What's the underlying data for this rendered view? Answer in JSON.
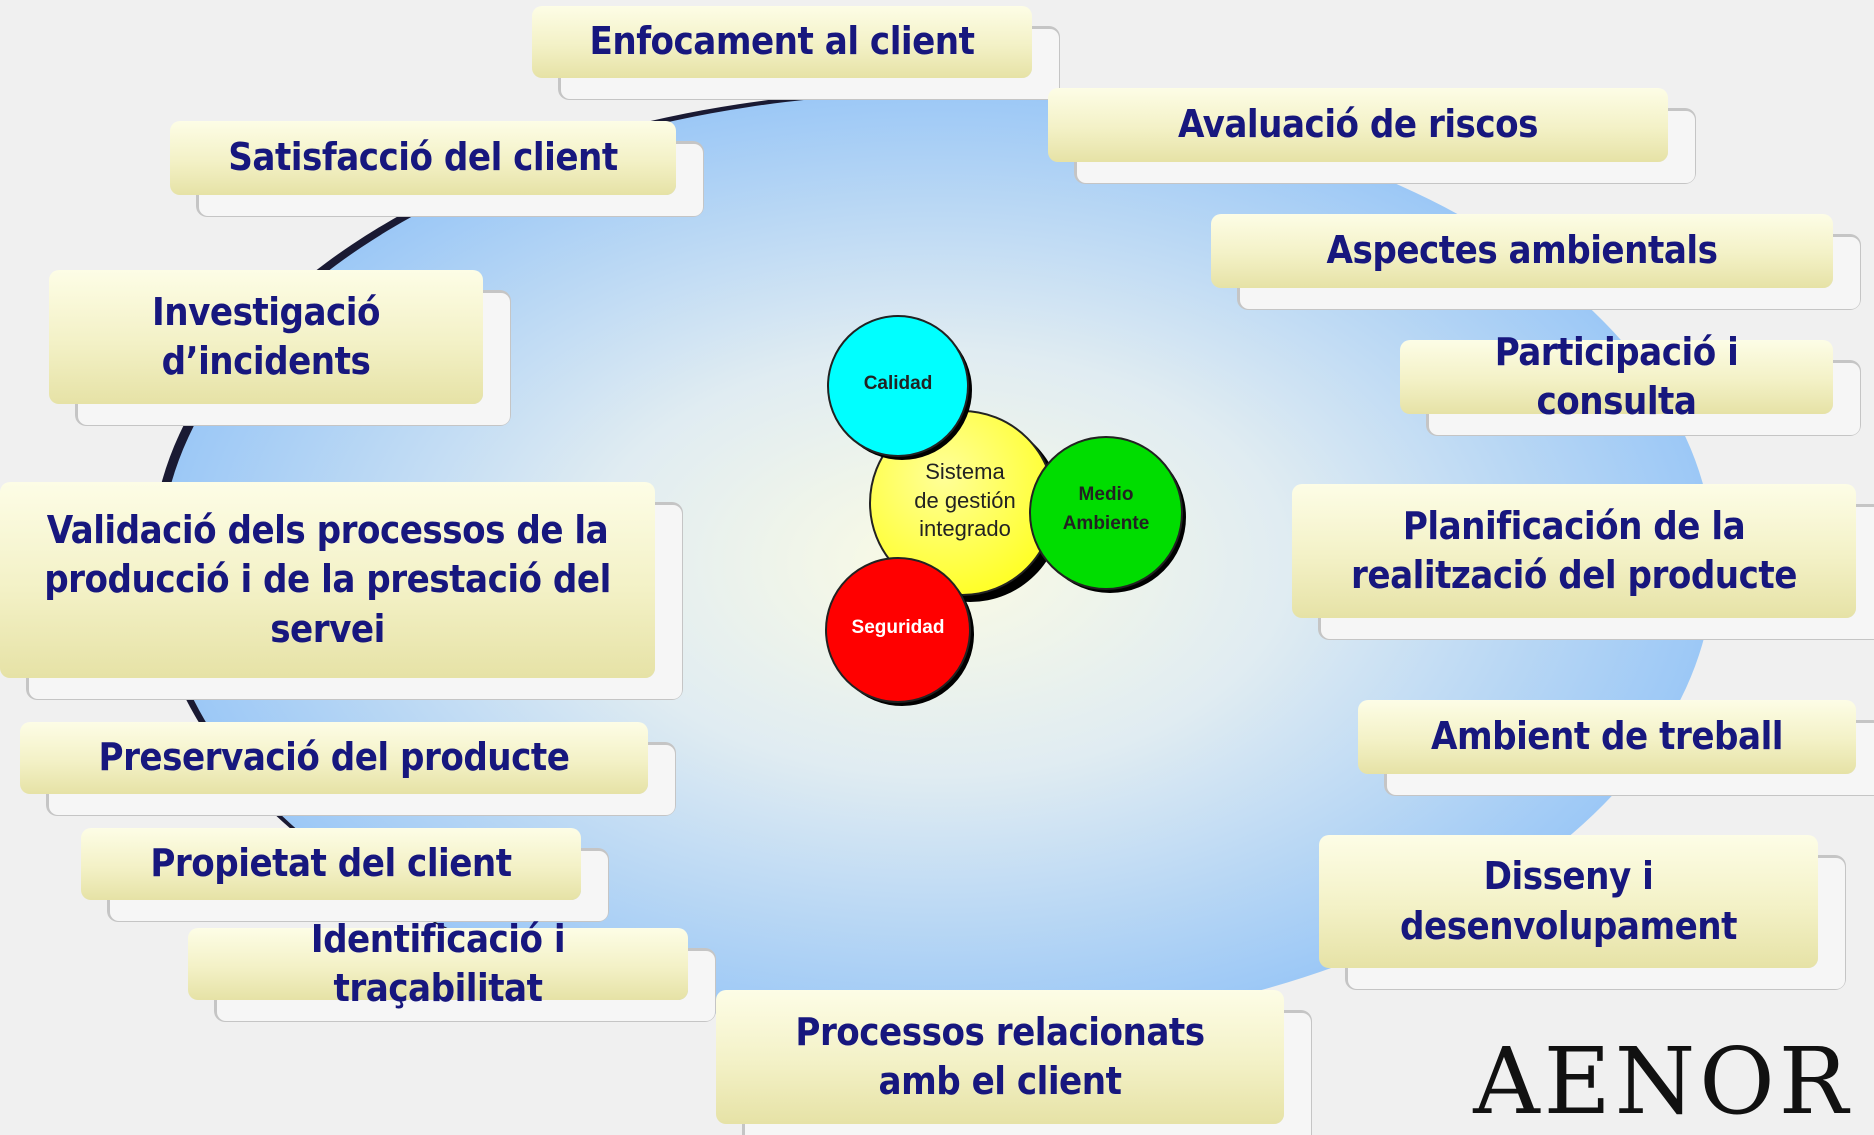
{
  "center": {
    "lines": [
      "Sistema",
      "de gestión",
      "integrado"
    ],
    "calidad": "Calidad",
    "medio": [
      "Medio",
      "Ambiente"
    ],
    "seguridad": "Seguridad"
  },
  "colors": {
    "calidad": "#00ffff",
    "medio_ambiente": "#00dd00",
    "seguridad": "#ff0000",
    "center": "#ffff33",
    "box_text": "#17177e"
  },
  "boxes": {
    "enfocament": "Enfocament al client",
    "avaluacio": "Avaluació de riscos",
    "satisfaccio": "Satisfacció del client",
    "aspectes": "Aspectes ambientals",
    "investigacio": [
      "Investigació",
      "d’incidents"
    ],
    "participacio": "Participació i consulta",
    "validacio": [
      "Validació dels processos de la",
      "producció i de la prestació del",
      "servei"
    ],
    "planificacion": [
      "Planificación de la",
      "realització del producte"
    ],
    "preservacio": "Preservació del producte",
    "ambient": "Ambient de treball",
    "propietat": "Propietat del client",
    "disseny": [
      "Disseny i",
      "desenvolupament"
    ],
    "identificacio": "Identificació i traçabilitat",
    "processos": [
      "Processos relacionats",
      "amb el client"
    ]
  },
  "logo": "AENOR"
}
